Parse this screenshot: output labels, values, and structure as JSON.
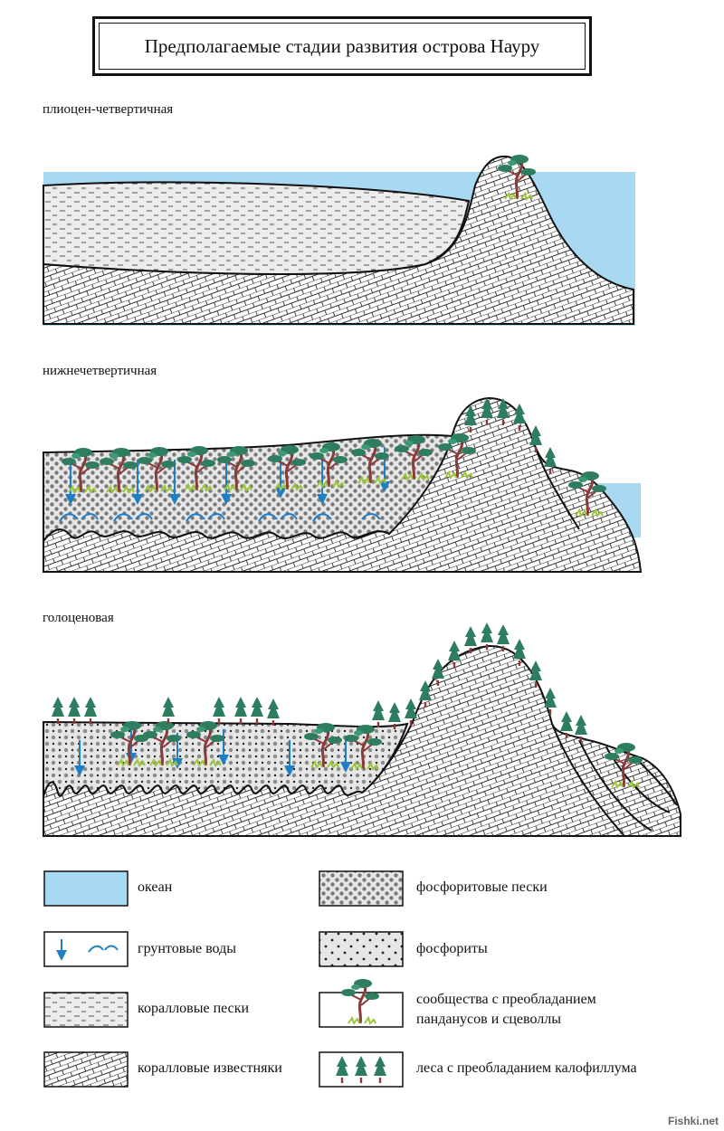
{
  "title": "Предполагаемые стадии развития острова Науру",
  "stages": [
    {
      "label": "плиоцен-четвертичная"
    },
    {
      "label": "нижнечетвертичная"
    },
    {
      "label": "голоценовая"
    }
  ],
  "legend": [
    {
      "label": "океан",
      "pattern": "ocean"
    },
    {
      "label": "фосфоритовые пески",
      "pattern": "phosphorite-sand"
    },
    {
      "label": "грунтовые воды",
      "pattern": "groundwater"
    },
    {
      "label": "фосфориты",
      "pattern": "phosphorite"
    },
    {
      "label": "коралловые пески",
      "pattern": "coral-sand"
    },
    {
      "label": "сообщества с преобладанием\nпандaнусов и сцеволлы",
      "pattern": "pandanus"
    },
    {
      "label": "коралловые известняки",
      "pattern": "coral-limestone"
    },
    {
      "label": "леса с преобладанием калофиллума",
      "pattern": "calophyllum"
    }
  ],
  "colors": {
    "ocean": "#a9d8f2",
    "water_arrow": "#1f7fc4",
    "tree_green": "#2e7d5e",
    "trunk": "#8b3a3a",
    "grass": "#9bc53d"
  },
  "watermark": "Fishki.net"
}
